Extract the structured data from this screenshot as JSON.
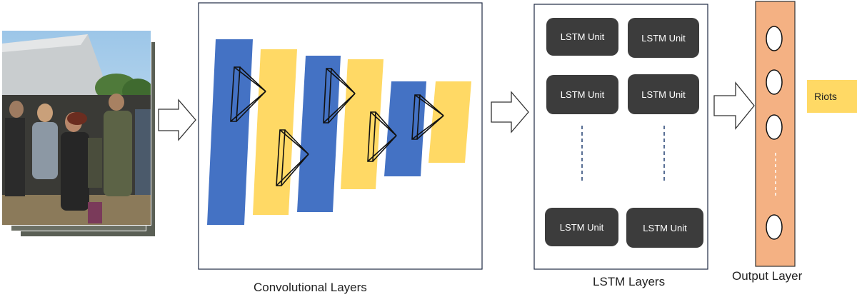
{
  "input": {
    "image_description": "crowd photo stack (riot scene)",
    "frames": 3
  },
  "cnn": {
    "caption": "Convolutional Layers",
    "colors": {
      "blue": "#4472c4",
      "yellow": "#ffd965",
      "outline": "#1a1a1a"
    }
  },
  "lstm": {
    "caption": "LSTM Layers",
    "unit_label": "LSTM Unit",
    "units": [
      "LSTM Unit",
      "LSTM Unit",
      "LSTM Unit",
      "LSTM Unit",
      "LSTM Unit",
      "LSTM Unit"
    ],
    "unit_color": "#3c3c3c",
    "ellipsis_color": "#2f4a7a"
  },
  "output": {
    "caption": "Output Layer",
    "layer_color": "#f4b183",
    "label": "Riots",
    "label_color": "#ffd965",
    "node_count": 4
  }
}
